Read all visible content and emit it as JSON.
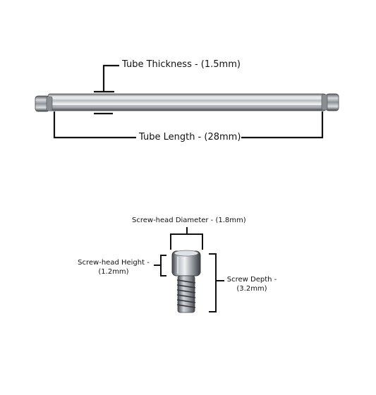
{
  "diagram": {
    "tube_thickness_label": "Tube Thickness - (1.5mm)",
    "tube_length_label": "Tube Length - (28mm)",
    "screw_head_diameter_label": "Screw-head Diameter - (1.8mm)",
    "screw_head_height_line1": "Screw-head Height -",
    "screw_head_height_line2": "(1.2mm)",
    "screw_depth_line1": "Screw Depth -",
    "screw_depth_line2": "(3.2mm)"
  },
  "colors": {
    "background": "#ffffff",
    "line": "#111111",
    "metal_light": "#e4e6e8",
    "metal_mid": "#a9adb1",
    "metal_dark": "#4a4e52"
  }
}
